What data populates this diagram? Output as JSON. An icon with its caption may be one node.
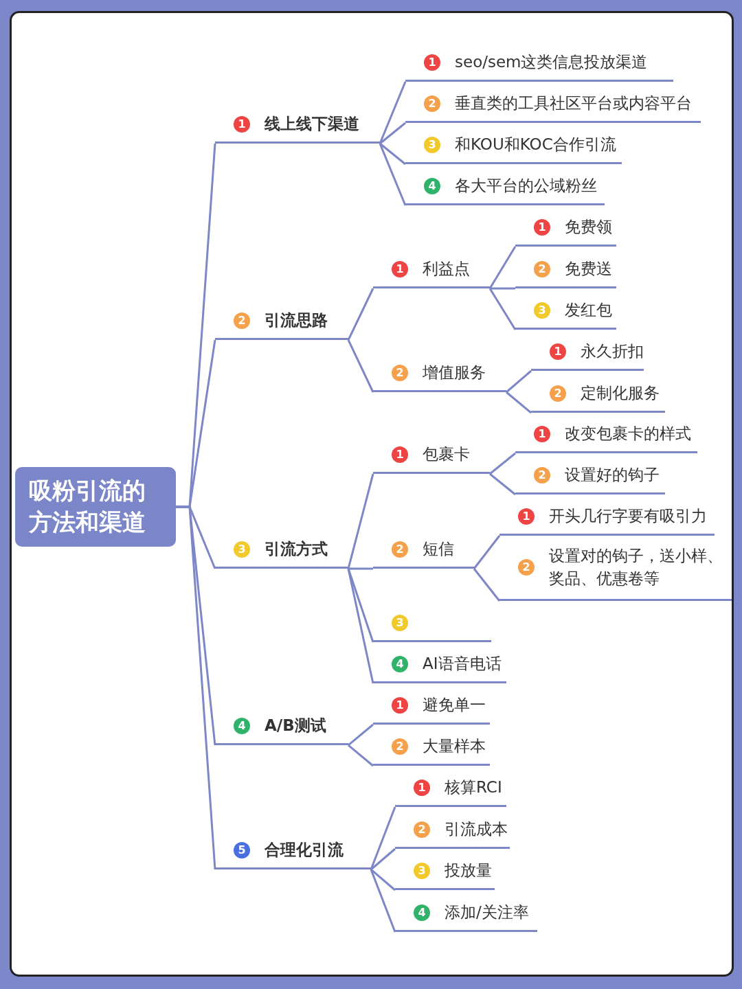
{
  "diagram": {
    "nodes": [
      {
        "text": [
          "吸粉引流的方法和渠道"
        ]
      },
      {
        "text": [
          "1",
          "线上线下渠道"
        ]
      },
      {
        "text": [
          "1",
          "seo/sem这类信息投放渠道"
        ]
      },
      {
        "text": [
          "2",
          "垂直类的工具社区平台或内容平台"
        ]
      },
      {
        "text": [
          "3",
          "和KOU和KOC合作引流"
        ]
      },
      {
        "text": [
          "4",
          "各大平台的公域粉丝"
        ]
      },
      {
        "text": [
          "2",
          "引流思路"
        ]
      },
      {
        "text": [
          "1",
          "利益点"
        ]
      },
      {
        "text": [
          "1",
          "免费领"
        ]
      },
      {
        "text": [
          "2",
          "免费送"
        ]
      },
      {
        "text": [
          "3",
          "发红包"
        ]
      },
      {
        "text": [
          "2",
          "增值服务"
        ]
      },
      {
        "text": [
          "1",
          "永久折扣"
        ]
      },
      {
        "text": [
          "2",
          "定制化服务"
        ]
      },
      {
        "text": [
          "3",
          "引流方式"
        ]
      },
      {
        "text": [
          "1",
          "包裹卡"
        ]
      },
      {
        "text": [
          "1",
          "改变包裹卡的样式"
        ]
      },
      {
        "text": [
          "2",
          "设置好的钩子"
        ]
      },
      {
        "text": [
          "2",
          "短信"
        ]
      },
      {
        "text": [
          "1",
          "开头几行字要有吸引力"
        ]
      },
      {
        "text": [
          "2",
          "设置对的钩子，送小样、奖品、优惠卷等"
        ]
      },
      {
        "text": [
          "3"
        ]
      },
      {
        "text": [
          "4",
          "AI语音电话"
        ]
      },
      {
        "text": [
          "4",
          "A/B测试"
        ]
      },
      {
        "text": [
          "1",
          "避免单一"
        ]
      },
      {
        "text": [
          "2",
          "大量样本"
        ]
      },
      {
        "text": [
          "5",
          "合理化引流"
        ]
      },
      {
        "text": [
          "1",
          "核算RCI"
        ]
      },
      {
        "text": [
          "2",
          "引流成本"
        ]
      },
      {
        "text": [
          "3",
          "投放量"
        ]
      },
      {
        "text": [
          "4",
          "添加/关注率"
        ]
      }
    ],
    "edges": [
      {
        "from": 0,
        "to": 1,
        "arrow": "none"
      },
      {
        "from": 0,
        "to": 6,
        "arrow": "none"
      },
      {
        "from": 0,
        "to": 14,
        "arrow": "none"
      },
      {
        "from": 0,
        "to": 23,
        "arrow": "none"
      },
      {
        "from": 0,
        "to": 26,
        "arrow": "none"
      },
      {
        "from": 1,
        "to": 2,
        "arrow": "none"
      },
      {
        "from": 1,
        "to": 3,
        "arrow": "none"
      },
      {
        "from": 1,
        "to": 4,
        "arrow": "none"
      },
      {
        "from": 1,
        "to": 5,
        "arrow": "none"
      },
      {
        "from": 6,
        "to": 7,
        "arrow": "none"
      },
      {
        "from": 6,
        "to": 11,
        "arrow": "none"
      },
      {
        "from": 7,
        "to": 8,
        "arrow": "none"
      },
      {
        "from": 7,
        "to": 9,
        "arrow": "none"
      },
      {
        "from": 7,
        "to": 10,
        "arrow": "none"
      },
      {
        "from": 11,
        "to": 12,
        "arrow": "none"
      },
      {
        "from": 11,
        "to": 13,
        "arrow": "none"
      },
      {
        "from": 14,
        "to": 15,
        "arrow": "none"
      },
      {
        "from": 14,
        "to": 18,
        "arrow": "none"
      },
      {
        "from": 14,
        "to": 21,
        "arrow": "none"
      },
      {
        "from": 14,
        "to": 22,
        "arrow": "none"
      },
      {
        "from": 15,
        "to": 16,
        "arrow": "none"
      },
      {
        "from": 15,
        "to": 17,
        "arrow": "none"
      },
      {
        "from": 18,
        "to": 19,
        "arrow": "none"
      },
      {
        "from": 18,
        "to": 20,
        "arrow": "none"
      },
      {
        "from": 23,
        "to": 24,
        "arrow": "none"
      },
      {
        "from": 23,
        "to": 25,
        "arrow": "none"
      },
      {
        "from": 26,
        "to": 27,
        "arrow": "none"
      },
      {
        "from": 26,
        "to": 28,
        "arrow": "none"
      },
      {
        "from": 26,
        "to": 29,
        "arrow": "none"
      },
      {
        "from": 26,
        "to": 30,
        "arrow": "none"
      }
    ]
  }
}
